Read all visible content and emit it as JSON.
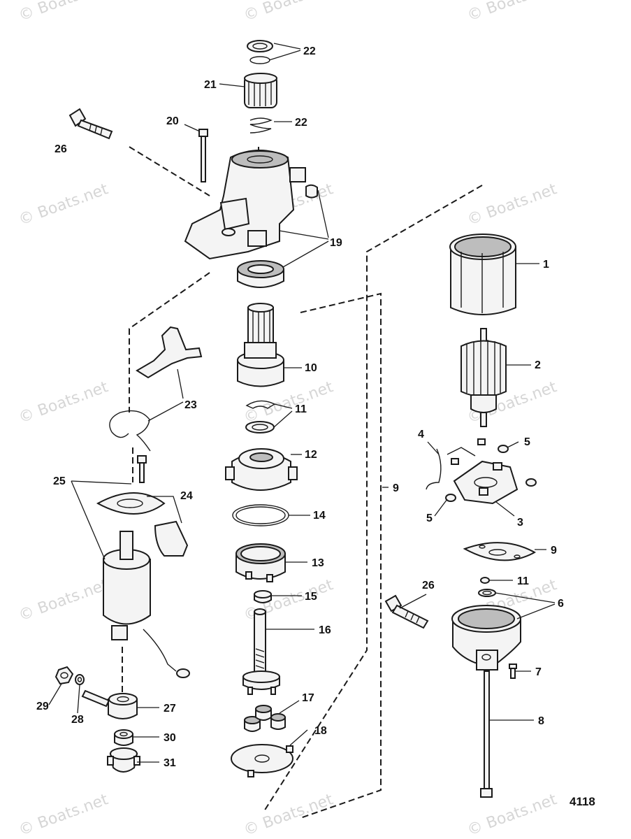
{
  "diagram": {
    "reference_number": "4118",
    "watermark_text": "© Boats.net",
    "callouts": [
      {
        "id": "c22a",
        "label": "22"
      },
      {
        "id": "c21",
        "label": "21"
      },
      {
        "id": "c22b",
        "label": "22"
      },
      {
        "id": "c20",
        "label": "20"
      },
      {
        "id": "c26a",
        "label": "26"
      },
      {
        "id": "c19",
        "label": "19"
      },
      {
        "id": "c1",
        "label": "1"
      },
      {
        "id": "c10",
        "label": "10"
      },
      {
        "id": "c2",
        "label": "2"
      },
      {
        "id": "c23",
        "label": "23"
      },
      {
        "id": "c11a",
        "label": "11"
      },
      {
        "id": "c12",
        "label": "12"
      },
      {
        "id": "c4",
        "label": "4"
      },
      {
        "id": "c5a",
        "label": "5"
      },
      {
        "id": "c25",
        "label": "25"
      },
      {
        "id": "c24",
        "label": "24"
      },
      {
        "id": "c9a",
        "label": "9"
      },
      {
        "id": "c5b",
        "label": "5"
      },
      {
        "id": "c3",
        "label": "3"
      },
      {
        "id": "c14",
        "label": "14"
      },
      {
        "id": "c9b",
        "label": "9"
      },
      {
        "id": "c13",
        "label": "13"
      },
      {
        "id": "c26b",
        "label": "26"
      },
      {
        "id": "c11b",
        "label": "11"
      },
      {
        "id": "c15",
        "label": "15"
      },
      {
        "id": "c6",
        "label": "6"
      },
      {
        "id": "c16",
        "label": "16"
      },
      {
        "id": "c7",
        "label": "7"
      },
      {
        "id": "c17",
        "label": "17"
      },
      {
        "id": "c29",
        "label": "29"
      },
      {
        "id": "c27",
        "label": "27"
      },
      {
        "id": "c8",
        "label": "8"
      },
      {
        "id": "c28",
        "label": "28"
      },
      {
        "id": "c18",
        "label": "18"
      },
      {
        "id": "c30",
        "label": "30"
      },
      {
        "id": "c31",
        "label": "31"
      }
    ]
  }
}
